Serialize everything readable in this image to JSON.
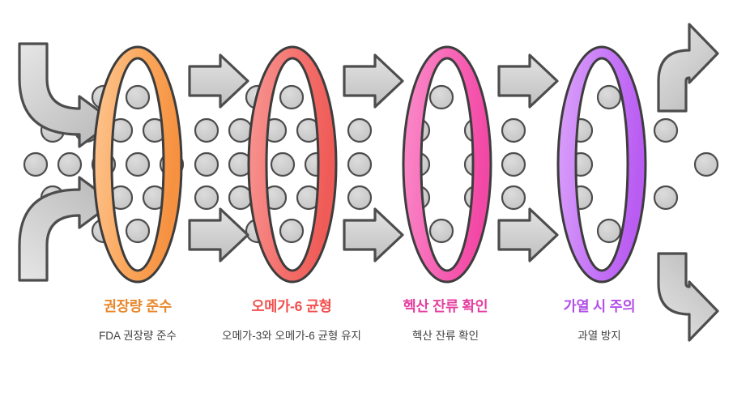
{
  "diagram": {
    "type": "process-filter-flow",
    "background_color": "#ffffff",
    "stage_count": 4,
    "stages": [
      {
        "index": 1,
        "ring_icon": "filter-ring-icon",
        "ring_color": "#FBA85C",
        "ring_color_light": "#FDC694",
        "ring_color_dark": "#F59140",
        "title": "권장량 준수",
        "title_color": "#E8872B",
        "description": "FDA 권장량 준수",
        "arrow_in_icon": "curved-arrow-down-right-icon",
        "arrow_out_icon": "block-arrow-right-icon"
      },
      {
        "index": 2,
        "ring_icon": "filter-ring-icon",
        "ring_color": "#F4726E",
        "ring_color_light": "#F89895",
        "ring_color_dark": "#EF5B57",
        "title": "오메가-6 균형",
        "title_color": "#F2504E",
        "description": "오메가-3와 오메가-6 균형 유지",
        "arrow_in_icon": "block-arrow-right-icon",
        "arrow_out_icon": "block-arrow-right-icon"
      },
      {
        "index": 3,
        "ring_icon": "filter-ring-icon",
        "ring_color": "#F765B6",
        "ring_color_light": "#FA8ECA",
        "ring_color_dark": "#F248A5",
        "title": "헥산 잔류 확인",
        "title_color": "#E53FA0",
        "description": "헥산 잔류 확인",
        "arrow_in_icon": "block-arrow-right-icon",
        "arrow_out_icon": "block-arrow-right-icon"
      },
      {
        "index": 4,
        "ring_icon": "filter-ring-icon",
        "ring_color": "#C779F7",
        "ring_color_light": "#DBA4FA",
        "ring_color_dark": "#B95CF2",
        "title": "가열 시 주의",
        "title_color": "#B24FE8",
        "description": "과열 방지",
        "arrow_in_icon": "block-arrow-right-icon",
        "arrow_out_icon": "curved-arrow-up-right-icon"
      }
    ],
    "particles": {
      "icon": "particle-dot-icon",
      "fill_color": "#CCCCCC",
      "stroke_color": "#4D4D4D",
      "description": "gray circular particles flowing through the filter rings"
    },
    "arrows": {
      "fill_color": "#CCCCCC",
      "stroke_color": "#4D4D4D",
      "entry_top_icon": "curved-arrow-down-right-icon",
      "entry_bottom_icon": "curved-arrow-up-right-icon",
      "exit_top_icon": "curved-arrow-up-icon",
      "exit_bottom_icon": "curved-arrow-down-icon"
    }
  }
}
